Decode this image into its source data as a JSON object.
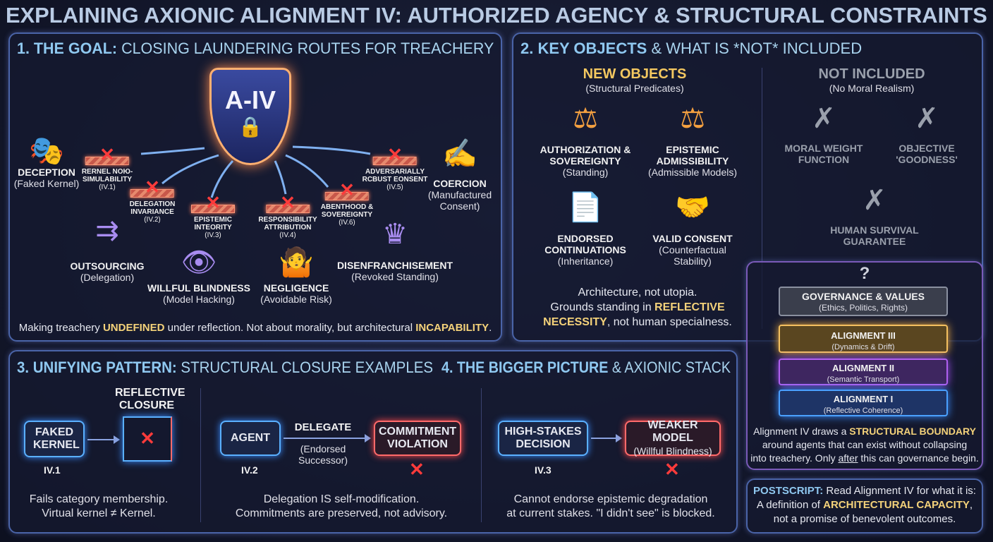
{
  "title": "EXPLAINING AXIONIC ALIGNMENT IV: AUTHORIZED AGENCY & STRUCTURAL CONSTRAINTS",
  "p1": {
    "num": "1. THE GOAL:",
    "title": "CLOSING LAUNDERING ROUTES FOR TREACHERY",
    "shield": "A-IV",
    "threats": [
      {
        "label": "DECEPTION",
        "sub": "(Faked Kernel)",
        "icon": "mask-icon"
      },
      {
        "label": "COERCION",
        "sub": "(Manufactured Consent)",
        "icon": "signature-icon"
      },
      {
        "label": "OUTSOURCING",
        "sub": "(Delegation)",
        "icon": "outsource-icon"
      },
      {
        "label": "WILLFUL BLINDNESS",
        "sub": "(Model Hacking)",
        "icon": "blindfold-eye-icon"
      },
      {
        "label": "NEGLIGENCE",
        "sub": "(Avoidable Risk)",
        "icon": "confused-person-icon"
      },
      {
        "label": "DISENFRANCHISEMENT",
        "sub": "(Revoked Standing)",
        "icon": "crown-hand-icon"
      }
    ],
    "barriers": [
      {
        "l1": "RERNEL NOЮ-",
        "l2": "SIMULABILITY",
        "id": "(IV.1)"
      },
      {
        "l1": "DELEGATION",
        "l2": "INVARIANCE",
        "id": "(IV.2)"
      },
      {
        "l1": "EPISTEMIC",
        "l2": "INTEORITY",
        "id": "(IV.3)"
      },
      {
        "l1": "RESPONSIBILITY",
        "l2": "ATTRIBUTION",
        "id": "(IV.4)"
      },
      {
        "l1": "ADVERSARIALLY",
        "l2": "RCBUST EONSENT",
        "id": "(IV.5)"
      },
      {
        "l1": "ABENTHOOD &",
        "l2": "SOVEREIGNTY",
        "id": "(IV.6)"
      }
    ],
    "footer_a": "Making treachery ",
    "footer_b": "UNDEFINED",
    "footer_c": " under reflection. Not about morality, but architectural ",
    "footer_d": "INCAPABILITY",
    "footer_e": "."
  },
  "p2": {
    "num": "2. KEY OBJECTS",
    "title": " & WHAT IS *NOT* INCLUDED",
    "new_title": "NEW OBJECTS",
    "new_sub": "(Structural Predicates)",
    "objects": [
      {
        "l1": "AUTHORIZATION &",
        "l2": "SOVEREIGNTY",
        "sub": "(Standing)",
        "icon": "gavel-icon"
      },
      {
        "l1": "EPISTEMIC",
        "l2": "ADMISSIBILITY",
        "sub": "(Admissible Models)",
        "icon": "scales-icon"
      },
      {
        "l1": "ENDORSED",
        "l2": "CONTINUATIONS",
        "sub": "(Inheritance)",
        "icon": "document-check-icon"
      },
      {
        "l1": "VALID CONSENT",
        "l2": "(Counterfactual",
        "sub": "Stability)",
        "icon": "handshake-icon"
      }
    ],
    "not_title": "NOT INCLUDED",
    "not_sub": "(No Moral Realism)",
    "excluded": [
      {
        "l1": "MORAL WEIGHT",
        "l2": "FUNCTION",
        "icon": "crossed-heart-icon"
      },
      {
        "l1": "OBJECTIVE",
        "l2": "'GOODNESS'",
        "icon": "crossed-halo-icon"
      },
      {
        "l1": "HUMAN SURVIVAL",
        "l2": "GUARANTEE",
        "icon": "crossed-globe-icon"
      }
    ],
    "foot1": "Architecture, not utopia.",
    "foot2a": "Grounds standing in ",
    "foot2b": "REFLECTIVE",
    "foot3a": "NECESSITY",
    "foot3b": ", not human specialness."
  },
  "p3": {
    "num": "3. UNIFYING PATTERN:",
    "title": " STRUCTURAL CLOSURE EXAMPLES",
    "ex1": {
      "box": "FAKED KERNEL",
      "target": "REFLECTIVE CLOSURE",
      "id": "IV.1",
      "d1": "Fails category membership.",
      "d2": "Virtual kernel ≠ Kernel."
    },
    "ex2": {
      "box": "AGENT",
      "arrow": "DELEGATE",
      "arrow_sub": "(Endorsed Successor)",
      "target": "COMMITMENT VIOLATION",
      "id": "IV.2",
      "d1": "Delegation IS self-modification.",
      "d2": "Commitments are preserved, not advisory."
    },
    "ex3": {
      "box": "HIGH-STAKES DECISION",
      "target": "WEAKER MODEL",
      "target_sub": "(Willful Blindness)",
      "id": "IV.3",
      "d1": "Cannot endorse epistemic degradation",
      "d2": "at current stakes. \"I didn't see\" is blocked."
    }
  },
  "p4": {
    "num": "4. THE BIGGER PICTURE",
    "title": " & AXIONIC STACK",
    "layers": [
      {
        "name": "GOVERNANCE & VALUES",
        "sub": "(Ethics, Politics, Rights)",
        "mark": "?"
      },
      {
        "name": "ALIGNMENT III",
        "sub": "(Dynamics & Drift)"
      },
      {
        "name": "ALIGNMENT II",
        "sub": "(Semantic Transport)"
      },
      {
        "name": "ALIGNMENT I",
        "sub": "(Reflective Coherence)"
      }
    ],
    "t1": "Alignment IV draws a ",
    "t1b": "STRUCTURAL BOUNDARY",
    "t2": "around agents that can exist without collapsing",
    "t3a": "into treachery. Only ",
    "t3b": "after",
    "t3c": " this can governance begin."
  },
  "postscript": {
    "label": "POSTSCRIPT:",
    "l1": " Read Alignment IV for what it is:",
    "l2a": "A definition of ",
    "l2b": "ARCHITECTURAL CAPACITY",
    "l2c": ",",
    "l3": "not a promise of benevolent outcomes."
  }
}
